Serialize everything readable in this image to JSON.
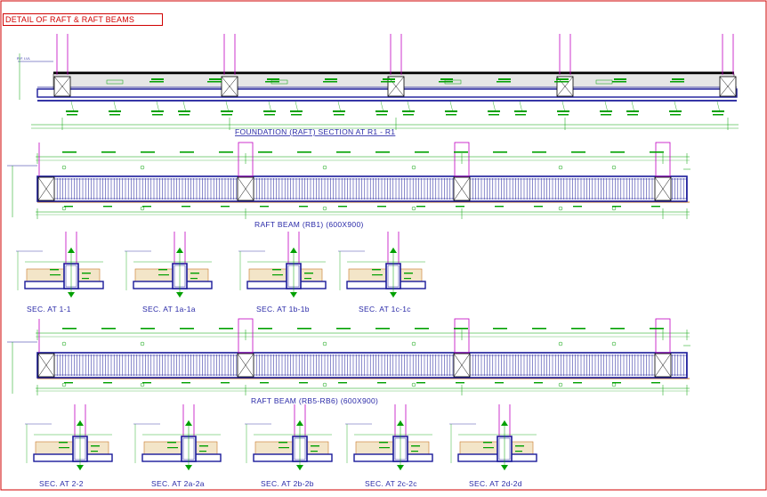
{
  "title": "DETAIL OF RAFT & RAFT BEAMS",
  "labels": {
    "section_r1": "FOUNDATION (RAFT) SECTION AT R1 - R1",
    "beam_rb1": "RAFT BEAM (RB1) (600X900)",
    "beam_rb5": "RAFT BEAM (RB5-RB6) (600X900)"
  },
  "sections_row1": [
    "SEC. AT 1-1",
    "SEC. AT 1a-1a",
    "SEC. AT 1b-1b",
    "SEC. AT 1c-1c"
  ],
  "sections_row2": [
    "SEC. AT 2-2",
    "SEC. AT 2a-2a",
    "SEC. AT 2b-2b",
    "SEC. AT 2c-2c",
    "SEC. AT 2d-2d"
  ],
  "colors": {
    "border": "#d00000",
    "steel": "#1a1a9a",
    "dimension": "#00a000",
    "column": "#c000c0",
    "concrete": "#d8d8d8",
    "soil": "#c87828",
    "black": "#000000"
  }
}
